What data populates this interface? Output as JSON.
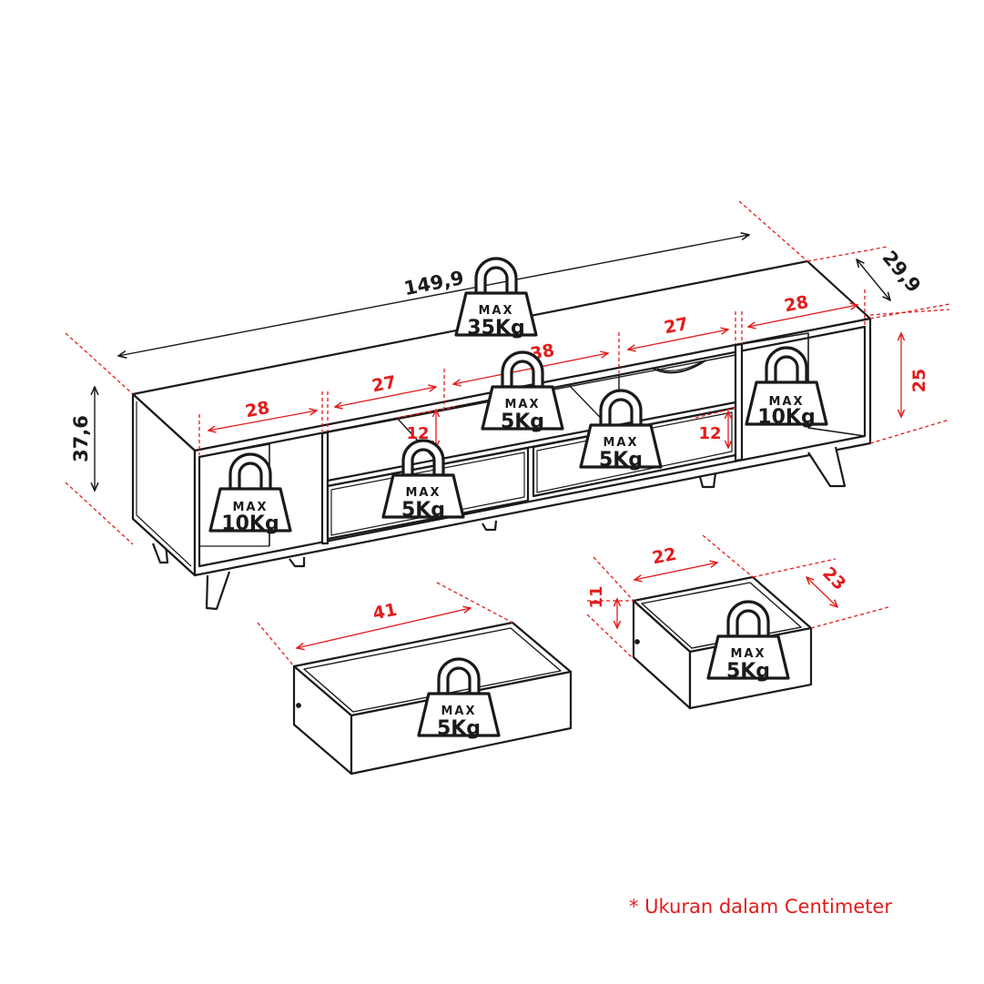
{
  "colors": {
    "outline": "#1a1a1a",
    "dimension_red": "#e31b1b",
    "dimension_black": "#1a1a1a",
    "background": "#ffffff"
  },
  "dimensions": {
    "total_width": "149,9",
    "total_height": "37,6",
    "total_depth": "29,9",
    "left_compartment_width": "28",
    "compartment_2_width": "27",
    "center_top_width": "38",
    "compartment_4_width": "27",
    "right_compartment_width": "28",
    "compartment_height": "25",
    "drawer_height_left": "12",
    "drawer_height_right": "12",
    "large_drawer_width": "41",
    "small_drawer_width": "22",
    "small_drawer_height": "11",
    "small_drawer_depth": "23"
  },
  "weights": {
    "max_label": "MAX",
    "top_load": "35Kg",
    "left_compartment_load": "10Kg",
    "right_compartment_load": "10Kg",
    "center_shelf_load": "5Kg",
    "left_drawer_load": "5Kg",
    "right_drawer_load": "5Kg",
    "large_drawer_load": "5Kg",
    "small_drawer_load": "5Kg"
  },
  "footnote": "* Ukuran dalam Centimeter"
}
